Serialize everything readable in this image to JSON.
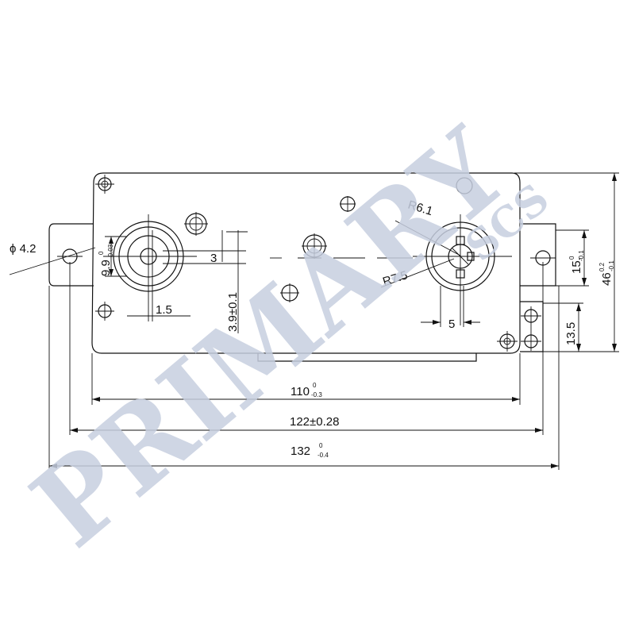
{
  "drawing": {
    "dimensions": {
      "hole_dia": "ϕ 4.2",
      "terminal_dia_main": "9.9",
      "terminal_dia_tol_upper": "0",
      "terminal_dia_tol_lower": "-0.03",
      "slot_width": "3",
      "slot_offset": "1.5",
      "pin_height": "3.9±0.1",
      "radius_inner": "R6.1",
      "radius_outer": "R7.5",
      "key_width": "5",
      "mount_spacing_main": "15.",
      "mount_spacing_tol_upper": "0",
      "mount_spacing_tol_lower": "-0.1",
      "height_main": "46",
      "height_tol_upper": "0.2",
      "height_tol_lower": "-0.1",
      "lower_spacing": "13.5",
      "width_body_main": "110",
      "width_body_tol_upper": "0",
      "width_body_tol_lower": "-0.3",
      "width_holes": "122±0.28",
      "width_total_main": "132",
      "width_total_tol_upper": "0",
      "width_total_tol_lower": "-0.4"
    },
    "watermark": {
      "main": "PRIMARY",
      "sub": "SCS"
    }
  }
}
